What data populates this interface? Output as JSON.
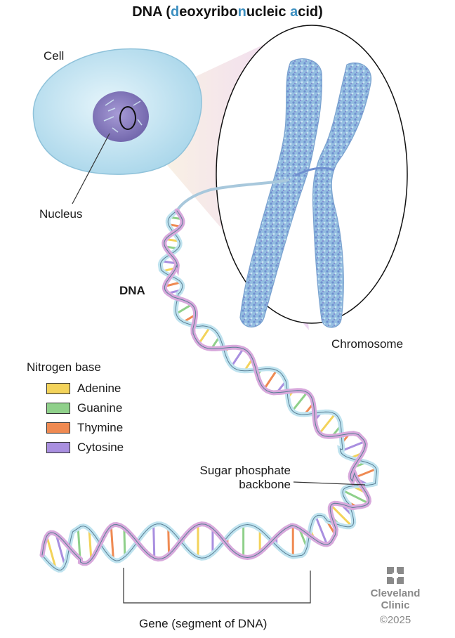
{
  "title": {
    "prefix": "DNA (",
    "d": "d",
    "part1": "eoxyribo",
    "n": "n",
    "part2": "ucleic ",
    "a": "a",
    "part3": "cid)"
  },
  "labels": {
    "cell": "Cell",
    "nucleus": "Nucleus",
    "dna": "DNA",
    "chromosome": "Chromosome",
    "sugar_backbone_line1": "Sugar phosphate",
    "sugar_backbone_line2": "backbone",
    "gene": "Gene (segment of DNA)"
  },
  "legend": {
    "title": "Nitrogen base",
    "items": [
      {
        "name": "Adenine",
        "color": "#f3d35a"
      },
      {
        "name": "Guanine",
        "color": "#8fd08a"
      },
      {
        "name": "Thymine",
        "color": "#ef8a52"
      },
      {
        "name": "Cytosine",
        "color": "#a98fe0"
      }
    ]
  },
  "colors": {
    "cell": "#cfe9f5",
    "nucleus": "#8a7fc0",
    "chromosome": "#8fb7dc",
    "backbone_blue": "#bfe3ef",
    "backbone_pink": "#d8a9dc",
    "zoom_cone": "#f3eed0"
  },
  "brand": {
    "line1": "Cleveland",
    "line2": "Clinic",
    "copyright": "©2025"
  }
}
